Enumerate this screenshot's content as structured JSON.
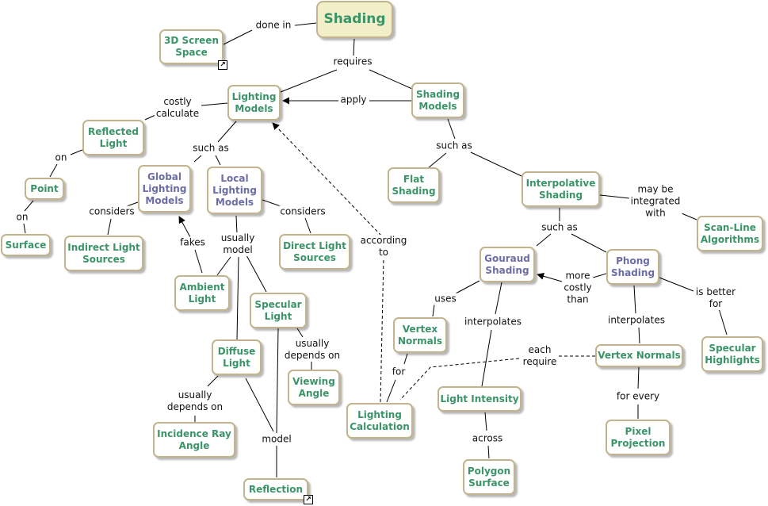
{
  "title": "Shading",
  "colors": {
    "node_border": "#c2b48c",
    "root_fill": "#f1eec8",
    "green_text": "#3b9468",
    "purple_text": "#6c6ca6",
    "line": "#000000"
  },
  "nodes": [
    {
      "id": "shading",
      "text": "Shading",
      "style": "root"
    },
    {
      "id": "screen3d",
      "text": "3D Screen\nSpace",
      "style": "green",
      "has_link_icon": true,
      "icon": "external-link-icon"
    },
    {
      "id": "lighting_models",
      "text": "Lighting\nModels",
      "style": "green"
    },
    {
      "id": "shading_models",
      "text": "Shading\nModels",
      "style": "green"
    },
    {
      "id": "reflected_light",
      "text": "Reflected\nLight",
      "style": "green"
    },
    {
      "id": "point",
      "text": "Point",
      "style": "green"
    },
    {
      "id": "surface",
      "text": "Surface",
      "style": "green"
    },
    {
      "id": "global_lm",
      "text": "Global\nLighting\nModels",
      "style": "purple"
    },
    {
      "id": "local_lm",
      "text": "Local\nLighting\nModels",
      "style": "purple"
    },
    {
      "id": "indirect",
      "text": "Indirect Light\nSources",
      "style": "green"
    },
    {
      "id": "direct",
      "text": "Direct Light\nSources",
      "style": "green"
    },
    {
      "id": "ambient",
      "text": "Ambient\nLight",
      "style": "green"
    },
    {
      "id": "specular",
      "text": "Specular\nLight",
      "style": "green"
    },
    {
      "id": "diffuse",
      "text": "Diffuse\nLight",
      "style": "green"
    },
    {
      "id": "viewing",
      "text": "Viewing\nAngle",
      "style": "green"
    },
    {
      "id": "incidence",
      "text": "Incidence Ray\nAngle",
      "style": "green"
    },
    {
      "id": "reflection",
      "text": "Reflection",
      "style": "green",
      "has_link_icon": true,
      "icon": "external-link-icon"
    },
    {
      "id": "flat",
      "text": "Flat\nShading",
      "style": "green"
    },
    {
      "id": "interp",
      "text": "Interpolative\nShading",
      "style": "green"
    },
    {
      "id": "scanline",
      "text": "Scan-Line\nAlgorithms",
      "style": "green"
    },
    {
      "id": "gouraud",
      "text": "Gouraud\nShading",
      "style": "purple"
    },
    {
      "id": "phong",
      "text": "Phong\nShading",
      "style": "purple"
    },
    {
      "id": "vn_left",
      "text": "Vertex\nNormals",
      "style": "green"
    },
    {
      "id": "lighting_calc",
      "text": "Lighting\nCalculation",
      "style": "green"
    },
    {
      "id": "light_int",
      "text": "Light Intensity",
      "style": "green"
    },
    {
      "id": "polygon",
      "text": "Polygon\nSurface",
      "style": "green"
    },
    {
      "id": "vn_right",
      "text": "Vertex Normals",
      "style": "green"
    },
    {
      "id": "pixel",
      "text": "Pixel\nProjection",
      "style": "green"
    },
    {
      "id": "spec_high",
      "text": "Specular\nHighlights",
      "style": "green"
    }
  ],
  "links": [
    {
      "id": "l_done_in",
      "text": "done in",
      "from": "shading",
      "to": [
        "screen3d"
      ]
    },
    {
      "id": "l_requires",
      "text": "requires",
      "from": "shading",
      "to": [
        "lighting_models",
        "shading_models"
      ]
    },
    {
      "id": "l_apply",
      "text": "apply",
      "from": "shading_models",
      "to": [
        "lighting_models"
      ],
      "arrow": true
    },
    {
      "id": "l_costly",
      "text": "costly\ncalculate",
      "from": "lighting_models",
      "to": [
        "reflected_light"
      ]
    },
    {
      "id": "l_on1",
      "text": "on",
      "from": "reflected_light",
      "to": [
        "point"
      ]
    },
    {
      "id": "l_on2",
      "text": "on",
      "from": "point",
      "to": [
        "surface"
      ]
    },
    {
      "id": "l_such_as1",
      "text": "such as",
      "from": "lighting_models",
      "to": [
        "global_lm",
        "local_lm"
      ]
    },
    {
      "id": "l_considers1",
      "text": "considers",
      "from": "global_lm",
      "to": [
        "indirect"
      ]
    },
    {
      "id": "l_considers2",
      "text": "considers",
      "from": "local_lm",
      "to": [
        "direct"
      ]
    },
    {
      "id": "l_fakes",
      "text": "fakes",
      "from": "ambient",
      "to": [
        "global_lm"
      ],
      "arrow": true
    },
    {
      "id": "l_usually_model",
      "text": "usually\nmodel",
      "from": "local_lm",
      "to": [
        "ambient",
        "diffuse",
        "specular"
      ]
    },
    {
      "id": "l_depends1",
      "text": "usually\ndepends on",
      "from": "specular",
      "to": [
        "viewing"
      ]
    },
    {
      "id": "l_depends2",
      "text": "usually\ndepends on",
      "from": "diffuse",
      "to": [
        "incidence"
      ]
    },
    {
      "id": "l_model",
      "text": "model",
      "from": "diffuse",
      "to": [
        "reflection"
      ],
      "extra_from": "specular"
    },
    {
      "id": "l_according",
      "text": "according\nto",
      "from": "lighting_calc",
      "to": [
        "lighting_models"
      ],
      "arrow": true,
      "dashed": true
    },
    {
      "id": "l_such_as2",
      "text": "such as",
      "from": "shading_models",
      "to": [
        "flat",
        "interp"
      ]
    },
    {
      "id": "l_integrated",
      "text": "may be\nintegrated\nwith",
      "from": "interp",
      "to": [
        "scanline"
      ]
    },
    {
      "id": "l_such_as3",
      "text": "such as",
      "from": "interp",
      "to": [
        "gouraud",
        "phong"
      ]
    },
    {
      "id": "l_more_costly",
      "text": "more\ncostly\nthan",
      "from": "phong",
      "to": [
        "gouraud"
      ],
      "arrow": true
    },
    {
      "id": "l_uses",
      "text": "uses",
      "from": "gouraud",
      "to": [
        "vn_left"
      ]
    },
    {
      "id": "l_for",
      "text": "for",
      "from": "vn_left",
      "to": [
        "lighting_calc"
      ]
    },
    {
      "id": "l_interp1",
      "text": "interpolates",
      "from": "gouraud",
      "to": [
        "light_int"
      ]
    },
    {
      "id": "l_across",
      "text": "across",
      "from": "light_int",
      "to": [
        "polygon"
      ]
    },
    {
      "id": "l_interp2",
      "text": "interpolates",
      "from": "phong",
      "to": [
        "vn_right"
      ]
    },
    {
      "id": "l_for_every",
      "text": "for every",
      "from": "vn_right",
      "to": [
        "pixel"
      ]
    },
    {
      "id": "l_better",
      "text": "is better\nfor",
      "from": "phong",
      "to": [
        "spec_high"
      ]
    },
    {
      "id": "l_each_require",
      "text": "each\nrequire",
      "from": "vn_right",
      "to": [
        "lighting_calc"
      ],
      "dashed": true
    }
  ]
}
